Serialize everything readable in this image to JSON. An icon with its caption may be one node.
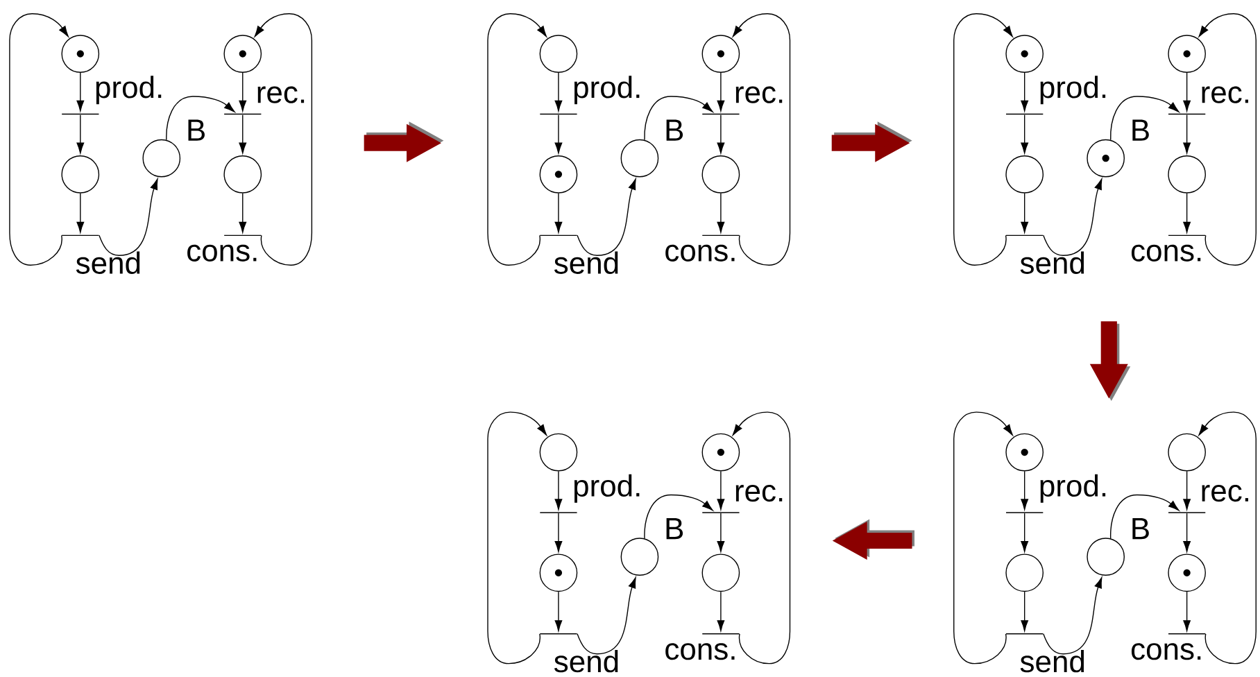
{
  "diagram": {
    "nodes": [
      {
        "text": [],
        "shape": "marked-circle"
      },
      {
        "text": [],
        "shape": "bar",
        "beside": [
          "prod."
        ]
      },
      {
        "text": [],
        "shape": "circle"
      },
      {
        "text": [],
        "shape": "bar",
        "beside": [
          "send"
        ]
      },
      {
        "text": [],
        "shape": "circle",
        "beside": [
          "B"
        ]
      },
      {
        "text": [],
        "shape": "marked-circle"
      },
      {
        "text": [],
        "shape": "bar",
        "beside": [
          "rec."
        ]
      },
      {
        "text": [],
        "shape": "circle"
      },
      {
        "text": [],
        "shape": "bar",
        "beside": [
          "cons."
        ]
      },
      {
        "text": [],
        "shape": "circle"
      },
      {
        "text": [],
        "shape": "bar",
        "beside": [
          "prod."
        ]
      },
      {
        "text": [],
        "shape": "marked-circle"
      },
      {
        "text": [],
        "shape": "bar",
        "beside": [
          "send"
        ]
      },
      {
        "text": [],
        "shape": "circle",
        "beside": [
          "B"
        ]
      },
      {
        "text": [],
        "shape": "marked-circle"
      },
      {
        "text": [],
        "shape": "bar",
        "beside": [
          "rec."
        ]
      },
      {
        "text": [],
        "shape": "circle"
      },
      {
        "text": [],
        "shape": "bar",
        "beside": [
          "cons."
        ]
      },
      {
        "text": [],
        "shape": "marked-circle"
      },
      {
        "text": [],
        "shape": "bar",
        "beside": [
          "prod."
        ]
      },
      {
        "text": [],
        "shape": "circle"
      },
      {
        "text": [],
        "shape": "bar",
        "beside": [
          "send"
        ]
      },
      {
        "text": [],
        "shape": "marked-circle",
        "beside": [
          "B"
        ]
      },
      {
        "text": [],
        "shape": "marked-circle"
      },
      {
        "text": [],
        "shape": "bar",
        "beside": [
          "rec."
        ]
      },
      {
        "text": [],
        "shape": "circle"
      },
      {
        "text": [],
        "shape": "bar",
        "beside": [
          "cons."
        ]
      },
      {
        "text": [],
        "shape": "circle"
      },
      {
        "text": [],
        "shape": "bar",
        "beside": [
          "prod."
        ]
      },
      {
        "text": [],
        "shape": "marked-circle"
      },
      {
        "text": [],
        "shape": "bar",
        "beside": [
          "send"
        ]
      },
      {
        "text": [],
        "shape": "circle",
        "beside": [
          "B"
        ]
      },
      {
        "text": [],
        "shape": "marked-circle"
      },
      {
        "text": [],
        "shape": "bar",
        "beside": [
          "rec."
        ]
      },
      {
        "text": [],
        "shape": "circle"
      },
      {
        "text": [],
        "shape": "bar",
        "beside": [
          "cons."
        ]
      },
      {
        "text": [],
        "shape": "marked-circle"
      },
      {
        "text": [],
        "shape": "bar",
        "beside": [
          "prod."
        ]
      },
      {
        "text": [],
        "shape": "circle"
      },
      {
        "text": [],
        "shape": "bar",
        "beside": [
          "send"
        ]
      },
      {
        "text": [],
        "shape": "circle",
        "beside": [
          "B"
        ]
      },
      {
        "text": [],
        "shape": "circle"
      },
      {
        "text": [],
        "shape": "bar",
        "beside": [
          "rec."
        ]
      },
      {
        "text": [],
        "shape": "marked-circle"
      },
      {
        "text": [],
        "shape": "bar",
        "beside": [
          "cons."
        ]
      }
    ],
    "edges": [
      {
        "from": 0,
        "to": 1,
        "arrow": "to"
      },
      {
        "from": 1,
        "to": 2,
        "arrow": "to"
      },
      {
        "from": 2,
        "to": 3,
        "arrow": "to"
      },
      {
        "from": 3,
        "to": 0,
        "arrow": "to"
      },
      {
        "from": 3,
        "to": 4,
        "arrow": "to"
      },
      {
        "from": 4,
        "to": 6,
        "arrow": "to"
      },
      {
        "from": 5,
        "to": 6,
        "arrow": "to"
      },
      {
        "from": 6,
        "to": 7,
        "arrow": "to"
      },
      {
        "from": 7,
        "to": 8,
        "arrow": "to"
      },
      {
        "from": 8,
        "to": 5,
        "arrow": "to"
      },
      {
        "from": 9,
        "to": 10,
        "arrow": "to"
      },
      {
        "from": 10,
        "to": 11,
        "arrow": "to"
      },
      {
        "from": 11,
        "to": 12,
        "arrow": "to"
      },
      {
        "from": 12,
        "to": 9,
        "arrow": "to"
      },
      {
        "from": 12,
        "to": 13,
        "arrow": "to"
      },
      {
        "from": 13,
        "to": 15,
        "arrow": "to"
      },
      {
        "from": 14,
        "to": 15,
        "arrow": "to"
      },
      {
        "from": 15,
        "to": 16,
        "arrow": "to"
      },
      {
        "from": 16,
        "to": 17,
        "arrow": "to"
      },
      {
        "from": 17,
        "to": 14,
        "arrow": "to"
      },
      {
        "from": 18,
        "to": 19,
        "arrow": "to"
      },
      {
        "from": 19,
        "to": 20,
        "arrow": "to"
      },
      {
        "from": 20,
        "to": 21,
        "arrow": "to"
      },
      {
        "from": 21,
        "to": 18,
        "arrow": "to"
      },
      {
        "from": 21,
        "to": 22,
        "arrow": "to"
      },
      {
        "from": 22,
        "to": 24,
        "arrow": "to"
      },
      {
        "from": 23,
        "to": 24,
        "arrow": "to"
      },
      {
        "from": 24,
        "to": 25,
        "arrow": "to"
      },
      {
        "from": 25,
        "to": 26,
        "arrow": "to"
      },
      {
        "from": 26,
        "to": 23,
        "arrow": "to"
      },
      {
        "from": 27,
        "to": 28,
        "arrow": "to"
      },
      {
        "from": 28,
        "to": 29,
        "arrow": "to"
      },
      {
        "from": 29,
        "to": 30,
        "arrow": "to"
      },
      {
        "from": 30,
        "to": 27,
        "arrow": "to"
      },
      {
        "from": 30,
        "to": 31,
        "arrow": "to"
      },
      {
        "from": 31,
        "to": 33,
        "arrow": "to"
      },
      {
        "from": 32,
        "to": 33,
        "arrow": "to"
      },
      {
        "from": 33,
        "to": 34,
        "arrow": "to"
      },
      {
        "from": 34,
        "to": 35,
        "arrow": "to"
      },
      {
        "from": 35,
        "to": 32,
        "arrow": "to"
      },
      {
        "from": 36,
        "to": 37,
        "arrow": "to"
      },
      {
        "from": 37,
        "to": 38,
        "arrow": "to"
      },
      {
        "from": 38,
        "to": 39,
        "arrow": "to"
      },
      {
        "from": 39,
        "to": 36,
        "arrow": "to"
      },
      {
        "from": 39,
        "to": 40,
        "arrow": "to"
      },
      {
        "from": 40,
        "to": 42,
        "arrow": "to"
      },
      {
        "from": 41,
        "to": 42,
        "arrow": "to"
      },
      {
        "from": 42,
        "to": 43,
        "arrow": "to"
      },
      {
        "from": 43,
        "to": 44,
        "arrow": "to"
      },
      {
        "from": 44,
        "to": 41,
        "arrow": "to"
      }
    ]
  }
}
